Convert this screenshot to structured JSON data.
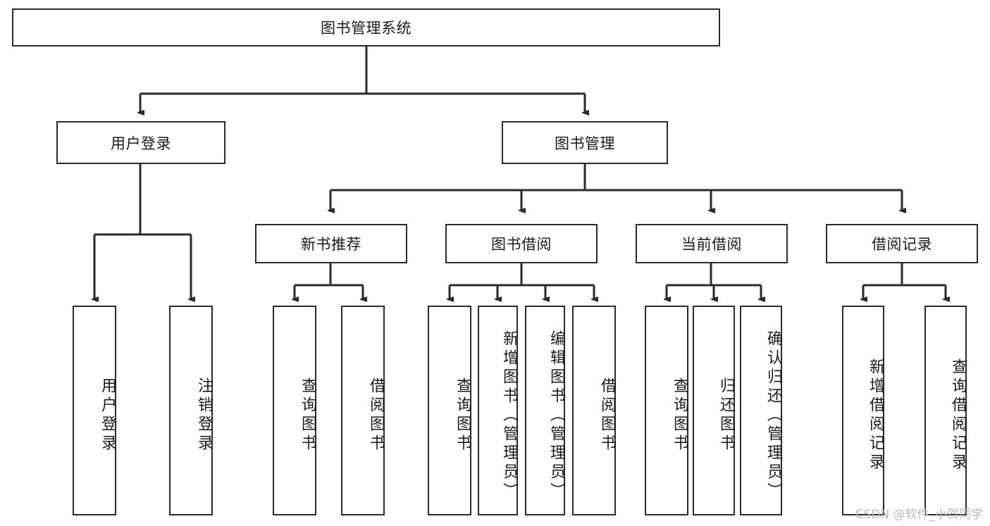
{
  "diagram": {
    "title": "图书管理系统",
    "watermark": "CSDN @软件_小贺同学",
    "colors": {
      "border": "#2b2b2b",
      "background": "#ffffff",
      "text": "#1a1a1a",
      "watermark": "#b9b9b9"
    },
    "root": {
      "label": "图书管理系统"
    },
    "level2": [
      {
        "label": "用户登录"
      },
      {
        "label": "图书管理"
      }
    ],
    "level3": [
      {
        "label": "新书推荐"
      },
      {
        "label": "图书借阅"
      },
      {
        "label": "当前借阅"
      },
      {
        "label": "借阅记录"
      }
    ],
    "leaves": {
      "user_login": [
        {
          "label": "用户登录"
        },
        {
          "label": "注销登录"
        }
      ],
      "new_book": [
        {
          "label": "查询图书"
        },
        {
          "label": "借阅图书"
        }
      ],
      "book_borrow": [
        {
          "label": "查询图书"
        },
        {
          "label": "新增图书（管理员）"
        },
        {
          "label": "编辑图书（管理员）"
        },
        {
          "label": "借阅图书"
        }
      ],
      "current_borrow": [
        {
          "label": "查询图书"
        },
        {
          "label": "归还图书"
        },
        {
          "label": "确认归还（管理员）"
        }
      ],
      "borrow_record": [
        {
          "label": "新增借阅记录"
        },
        {
          "label": "查询借阅记录"
        }
      ]
    }
  }
}
